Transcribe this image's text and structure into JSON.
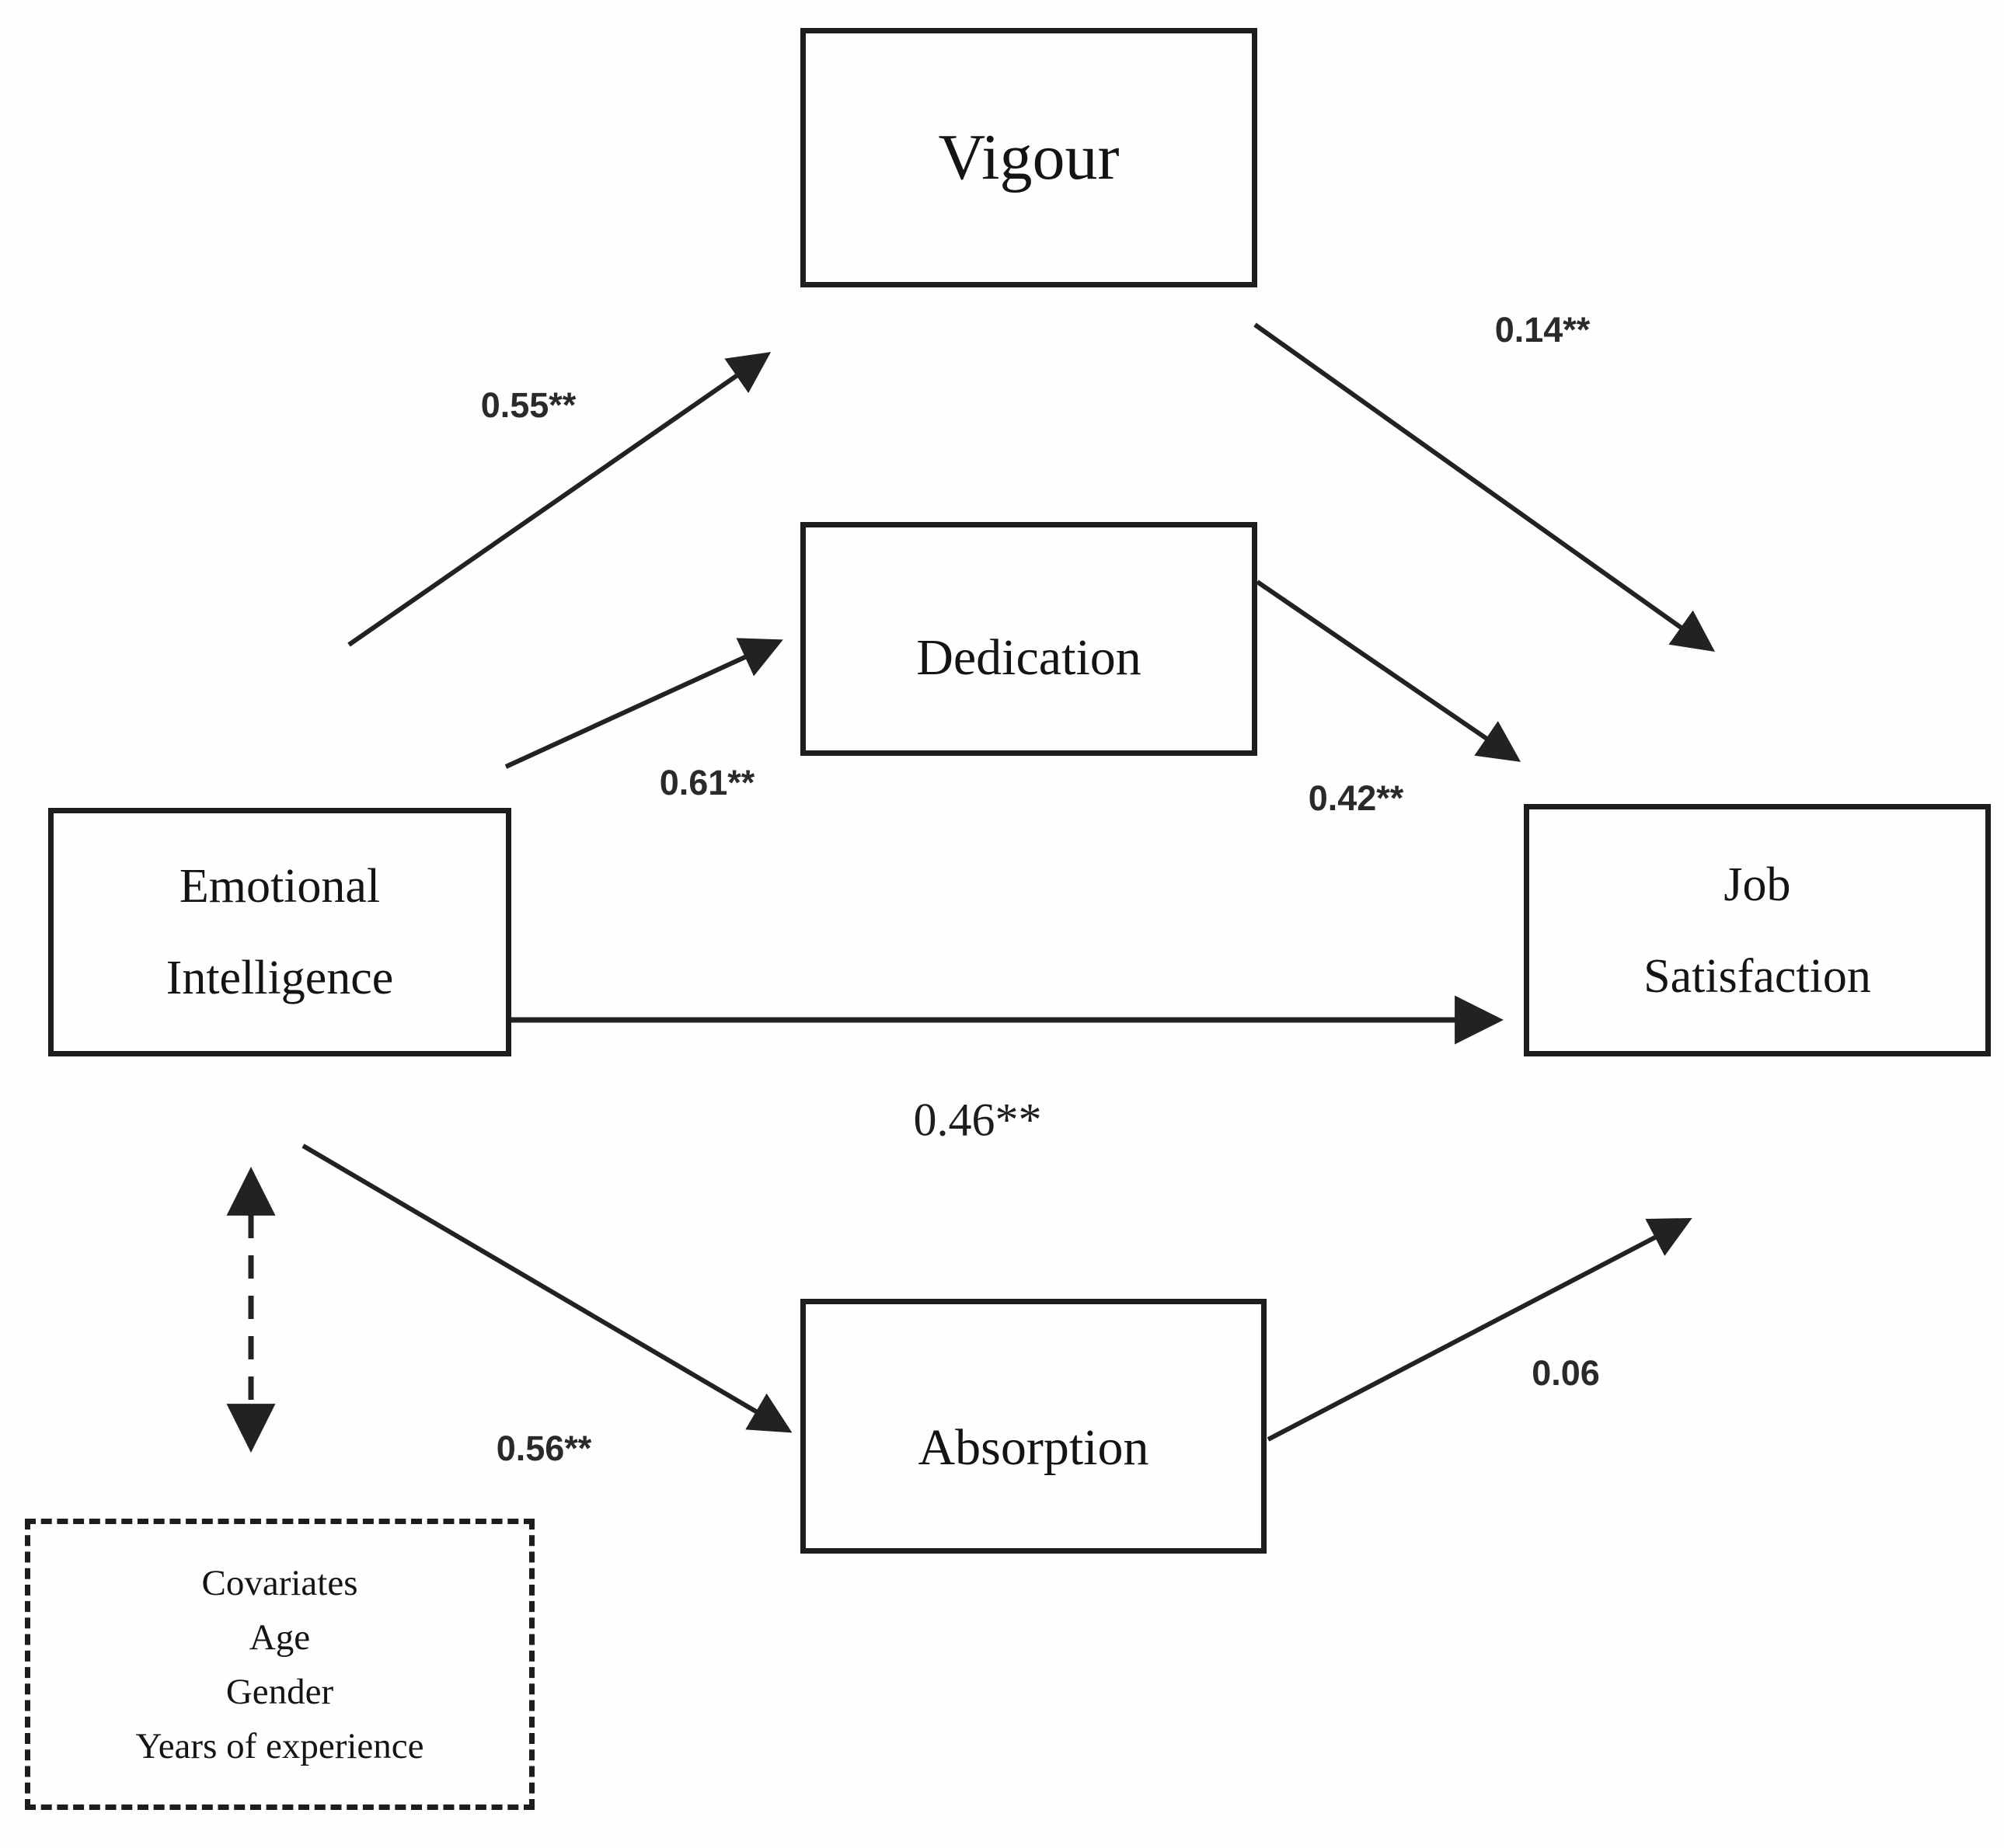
{
  "diagram": {
    "type": "path-model",
    "background_color": "#fefefe",
    "line_color": "#222222",
    "nodes": {
      "vigour": {
        "label": "Vigour"
      },
      "dedication": {
        "label": "Dedication"
      },
      "absorption": {
        "label": "Absorption"
      },
      "emotional_intelligence": {
        "line1": "Emotional",
        "line2": "Intelligence"
      },
      "job_satisfaction": {
        "line1": "Job",
        "line2": "Satisfaction"
      },
      "covariates": {
        "lines": [
          "Covariates",
          "Age",
          "Gender",
          "Years of experience"
        ]
      }
    },
    "coefficients": {
      "ei_to_vigour": "0.55**",
      "ei_to_dedication": "0.61**",
      "ei_to_job_satisfaction": "0.46**",
      "ei_to_absorption": "0.56**",
      "vigour_to_job_satisfaction": "0.14**",
      "dedication_to_job_satisfaction": "0.42**",
      "absorption_to_job_satisfaction": "0.06"
    }
  }
}
